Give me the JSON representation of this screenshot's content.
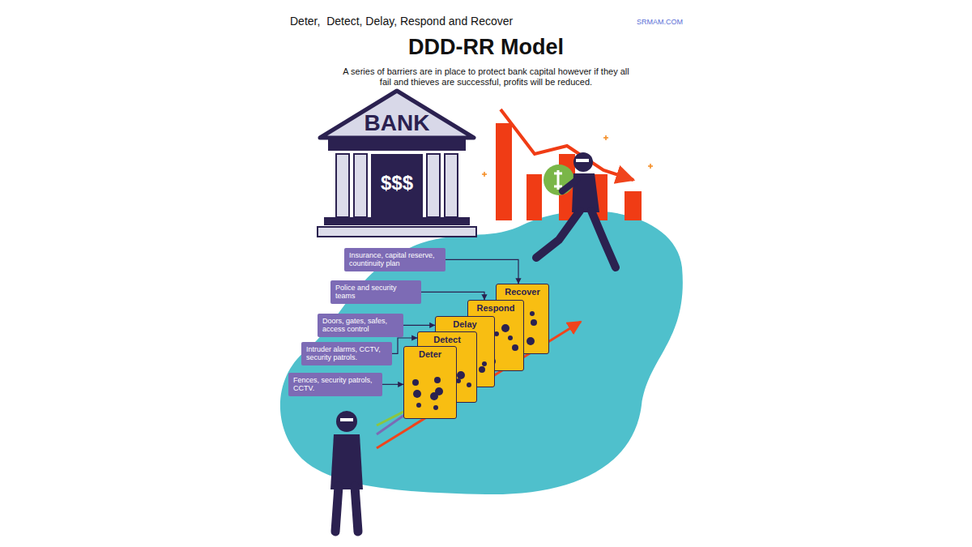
{
  "diagram": {
    "title": "DDD-RR Model",
    "nodes": [
      {
        "text": [
          "Insurance, capital reserve, countinuity plan"
        ]
      },
      {
        "text": [
          "Police and security teams"
        ]
      },
      {
        "text": [
          "Doors, gates, safes, access control"
        ]
      },
      {
        "text": [
          "Intruder alarms, CCTV, security patrols."
        ]
      },
      {
        "text": [
          "Fences, security patrols, CCTV."
        ]
      },
      {
        "text": [
          "Deter"
        ]
      },
      {
        "text": [
          "Detect"
        ]
      },
      {
        "text": [
          "Delay"
        ]
      },
      {
        "text": [
          "Respond"
        ]
      },
      {
        "text": [
          "Recover"
        ]
      }
    ],
    "edges": [
      {
        "from": 0,
        "to": 9,
        "arrow": "to"
      },
      {
        "from": 1,
        "to": 8,
        "arrow": "to"
      },
      {
        "from": 2,
        "to": 7,
        "arrow": "to"
      },
      {
        "from": 3,
        "to": 6,
        "arrow": "to"
      },
      {
        "from": 4,
        "to": 5,
        "arrow": "to"
      }
    ],
    "labels": [
      "Deter,  Detect, Delay, Respond and Recover",
      "SRMAM.COM",
      "A series of barriers are in place to protect bank capital however if they all fail and thieves are successful, profits will be reduced.",
      "BANK",
      "$$$"
    ]
  }
}
